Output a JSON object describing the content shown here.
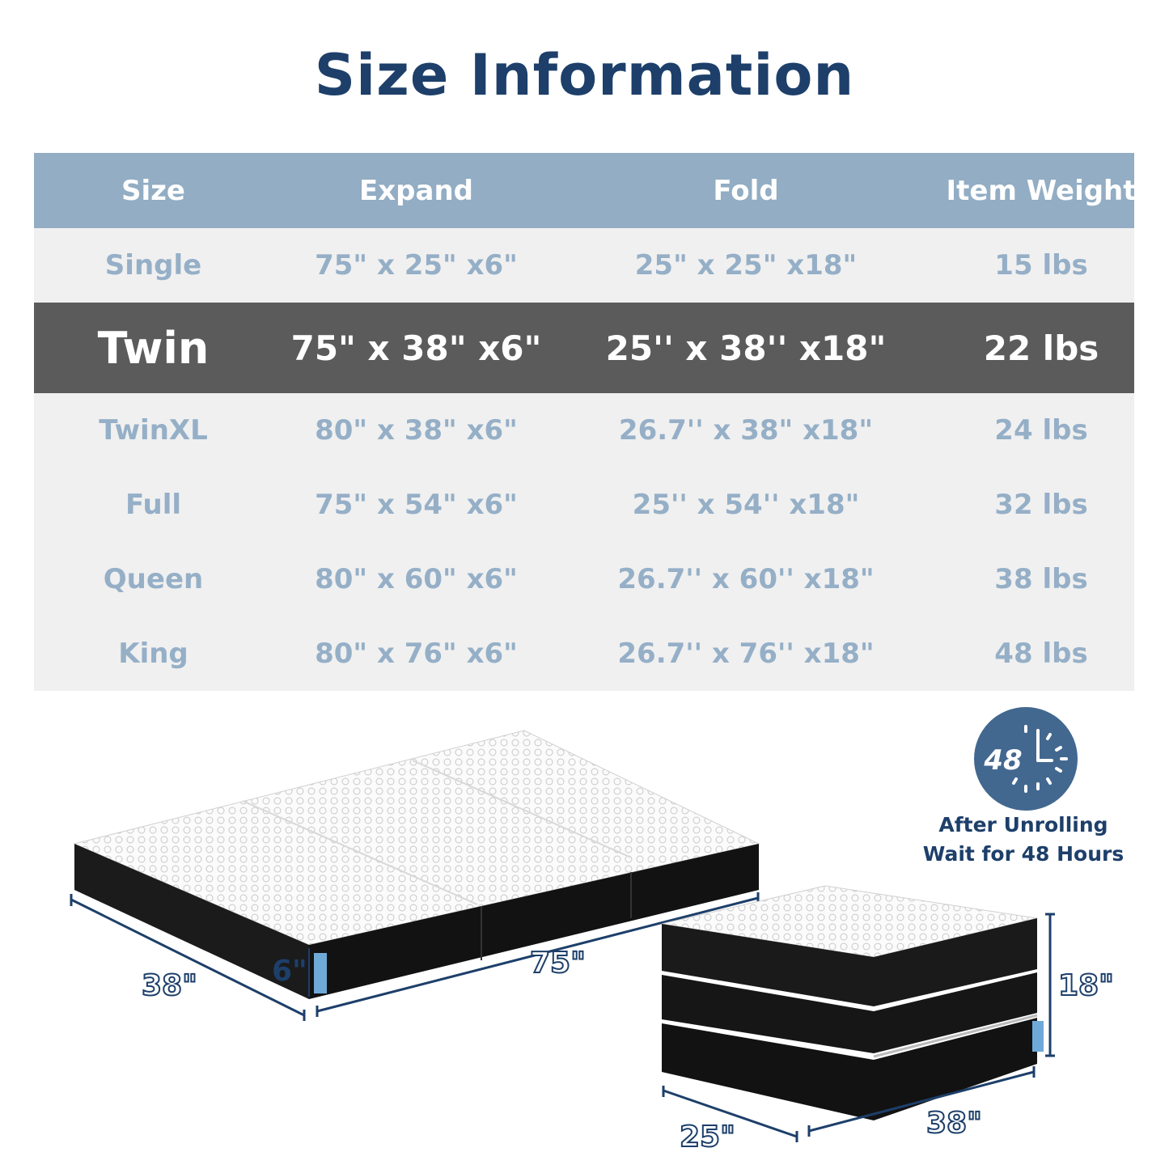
{
  "title": "Size Information",
  "table": {
    "headers": [
      "Size",
      "Expand",
      "Fold",
      "Item Weight"
    ],
    "rows": [
      {
        "size": "Single",
        "expand": "75\" x 25\" x6\"",
        "fold": "25\" x 25\" x18\"",
        "weight": "15 lbs"
      },
      {
        "size": "Twin",
        "expand": "75\" x 38\" x6\"",
        "fold": "25'' x 38'' x18\"",
        "weight": "22 lbs"
      },
      {
        "size": "TwinXL",
        "expand": "80\" x 38\" x6\"",
        "fold": "26.7'' x 38\" x18\"",
        "weight": "24 lbs"
      },
      {
        "size": "Full",
        "expand": "75\" x 54\" x6\"",
        "fold": "25'' x 54'' x18\"",
        "weight": "32 lbs"
      },
      {
        "size": "Queen",
        "expand": "80\" x 60\" x6\"",
        "fold": "26.7'' x 60'' x18\"",
        "weight": "38 lbs"
      },
      {
        "size": "King",
        "expand": "80\" x 76\" x6\"",
        "fold": "26.7'' x 76'' x18\"",
        "weight": "48 lbs"
      }
    ],
    "highlighted_row": 1
  },
  "clock": {
    "number": "48",
    "line1": "After Unrolling",
    "line2": "Wait for 48 Hours"
  },
  "dimensions": {
    "open_width": "38\"",
    "open_length": "75\"",
    "open_height": "6\"",
    "folded_height": "18\"",
    "folded_depth": "25\"",
    "folded_width": "38\""
  },
  "colors": {
    "title": "#1d3f6a",
    "header_bg": "#92adc4",
    "row_text": "#95afc7",
    "row_bg": "#f0f0f0",
    "highlight_bg": "#5b5b5b",
    "clock_bg": "#426890"
  }
}
